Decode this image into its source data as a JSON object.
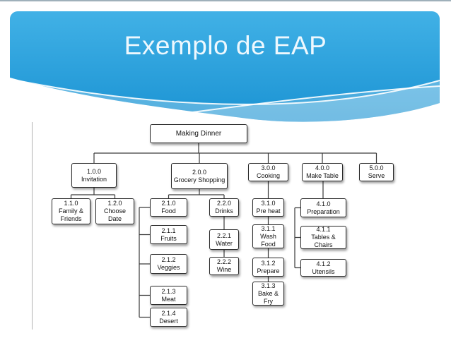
{
  "slide": {
    "title": "Exemplo de EAP"
  },
  "theme": {
    "header_gradient_top": "#41b1e6",
    "header_gradient_bottom": "#1b93d3",
    "header_wave_stroke": "#ffffff",
    "title_color": "#eef8fe",
    "box_border": "#2a2a2a",
    "box_fill": "#ffffff",
    "connector_color": "#3a3a3a",
    "left_rule_color": "#b3b3b3"
  },
  "diagram": {
    "type": "wbs-tree",
    "nodes": {
      "root": {
        "label": "Making Dinner"
      },
      "n100": {
        "code": "1.0.0",
        "label": "Invitation"
      },
      "n110": {
        "code": "1.1.0",
        "label": "Family & Friends"
      },
      "n120": {
        "code": "1.2.0",
        "label": "Choose Date"
      },
      "n200": {
        "code": "2.0.0",
        "label": "Grocery Shopping"
      },
      "n210": {
        "code": "2.1.0",
        "label": "Food"
      },
      "n211": {
        "code": "2.1.1",
        "label": "Fruits"
      },
      "n212": {
        "code": "2.1.2",
        "label": "Veggies"
      },
      "n213": {
        "code": "2.1.3",
        "label": "Meat"
      },
      "n214": {
        "code": "2.1.4",
        "label": "Desert"
      },
      "n220": {
        "code": "2.2.0",
        "label": "Drinks"
      },
      "n221": {
        "code": "2.2.1",
        "label": "Water"
      },
      "n222": {
        "code": "2.2.2",
        "label": "Wine"
      },
      "n300": {
        "code": "3.0.0",
        "label": "Cooking"
      },
      "n310": {
        "code": "3.1.0",
        "label": "Pre heat"
      },
      "n311": {
        "code": "3.1.1",
        "label": "Wash Food"
      },
      "n312": {
        "code": "3.1.2",
        "label": "Prepare"
      },
      "n313": {
        "code": "3.1.3",
        "label": "Bake & Fry"
      },
      "n400": {
        "code": "4.0.0",
        "label": "Make Table"
      },
      "n410": {
        "code": "4.1.0",
        "label": "Preparation"
      },
      "n411": {
        "code": "4.1.1",
        "label": "Tables & Chairs"
      },
      "n412": {
        "code": "4.1.2",
        "label": "Utensils"
      },
      "n500": {
        "code": "5.0.0",
        "label": "Serve"
      }
    }
  }
}
